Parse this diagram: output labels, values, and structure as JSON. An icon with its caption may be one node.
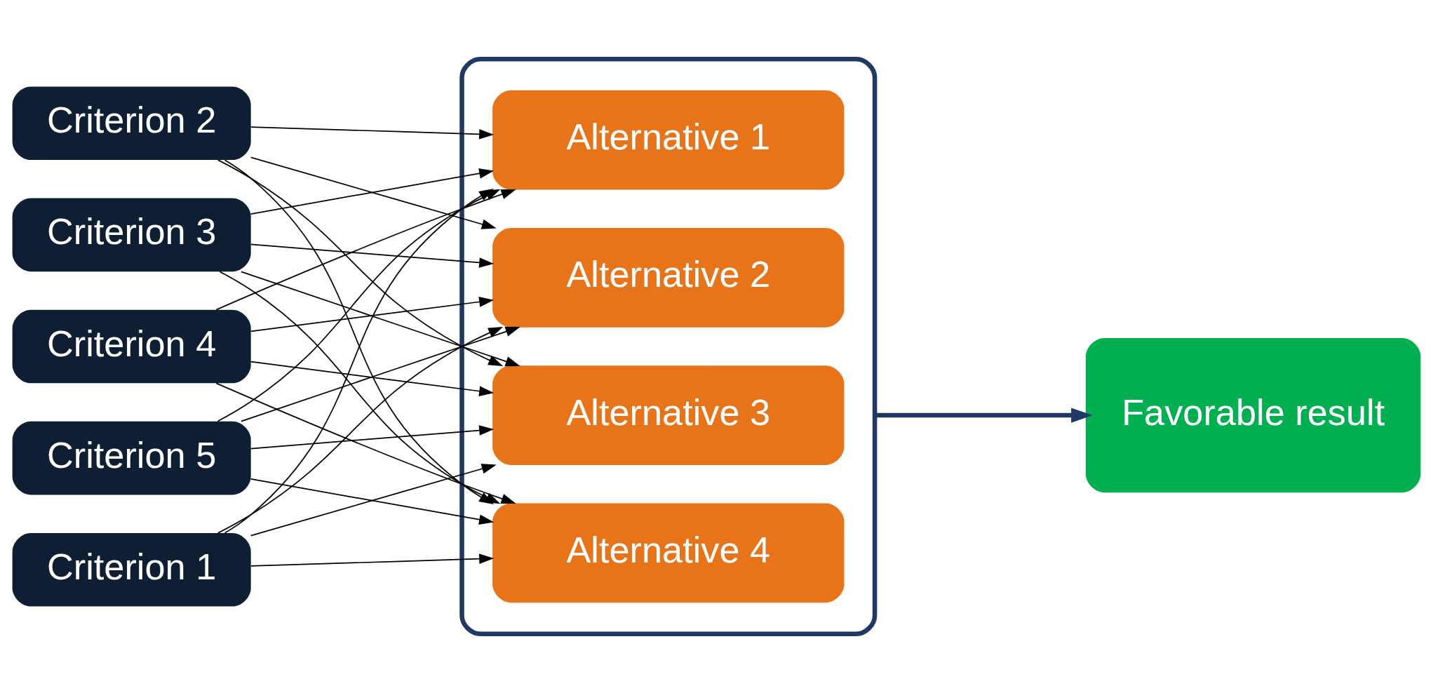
{
  "diagram": {
    "nodes": [
      {
        "text": [
          "Criterion 1"
        ]
      },
      {
        "text": [
          "Criterion 2"
        ]
      },
      {
        "text": [
          "Criterion 3"
        ]
      },
      {
        "text": [
          "Criterion 4"
        ]
      },
      {
        "text": [
          "Criterion 5"
        ]
      },
      {
        "text": [],
        "shape": "box"
      },
      {
        "text": [
          "Alternative 1"
        ],
        "in": 5
      },
      {
        "text": [
          "Alternative 2"
        ],
        "in": 5
      },
      {
        "text": [
          "Alternative 3"
        ],
        "in": 5
      },
      {
        "text": [
          "Alternative 4"
        ],
        "in": 5
      },
      {
        "text": [
          "Favorable result"
        ]
      }
    ],
    "edges": [
      {
        "from": 0,
        "to": 6,
        "arrow": "to"
      },
      {
        "from": 0,
        "to": 7,
        "arrow": "to"
      },
      {
        "from": 0,
        "to": 8,
        "arrow": "to"
      },
      {
        "from": 0,
        "to": 9,
        "arrow": "to"
      },
      {
        "from": 1,
        "to": 6,
        "arrow": "to"
      },
      {
        "from": 1,
        "to": 7,
        "arrow": "to"
      },
      {
        "from": 1,
        "to": 8,
        "arrow": "to"
      },
      {
        "from": 1,
        "to": 9,
        "arrow": "to"
      },
      {
        "from": 2,
        "to": 6,
        "arrow": "to"
      },
      {
        "from": 2,
        "to": 7,
        "arrow": "to"
      },
      {
        "from": 2,
        "to": 8,
        "arrow": "to"
      },
      {
        "from": 2,
        "to": 9,
        "arrow": "to"
      },
      {
        "from": 3,
        "to": 6,
        "arrow": "to"
      },
      {
        "from": 3,
        "to": 7,
        "arrow": "to"
      },
      {
        "from": 3,
        "to": 8,
        "arrow": "to"
      },
      {
        "from": 3,
        "to": 9,
        "arrow": "to"
      },
      {
        "from": 4,
        "to": 6,
        "arrow": "to"
      },
      {
        "from": 4,
        "to": 7,
        "arrow": "to"
      },
      {
        "from": 4,
        "to": 8,
        "arrow": "to"
      },
      {
        "from": 4,
        "to": 9,
        "arrow": "to"
      },
      {
        "from": 5,
        "to": 10,
        "arrow": "to",
        "color": "#1f3864",
        "style": "thick"
      }
    ]
  }
}
